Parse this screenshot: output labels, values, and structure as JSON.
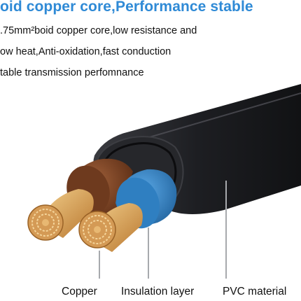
{
  "headline": "oid copper core,Performance stable",
  "description": [
    ".75mm²boid copper core,low resistance and",
    "ow heat,Anti-oxidation,fast conduction",
    "table transmission perfomnance"
  ],
  "labels": {
    "copper": "Copper",
    "insulation": "Insulation layer",
    "pvc": "PVC material"
  },
  "colors": {
    "headline": "#2f8ad6",
    "sheath": "#1b1c1f",
    "brown_insulation": "#6e3a1e",
    "blue_insulation": "#2f7fc1",
    "copper": "#d49a55"
  }
}
